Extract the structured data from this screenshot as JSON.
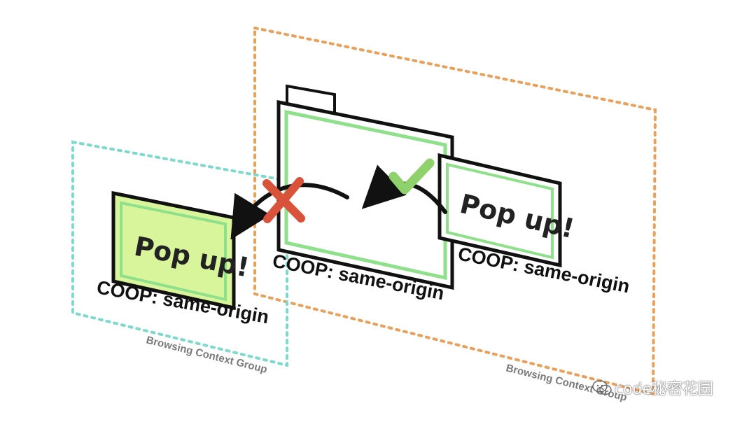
{
  "diagram": {
    "coop_left": "COOP:  same-origin",
    "coop_center": "COOP:  same-origin",
    "coop_right": "COOP:  same-origin",
    "popup_left": "Pop up!",
    "popup_right": "Pop up!",
    "group_left": "Browsing Context Group",
    "group_right": "Browsing Context Group"
  },
  "watermark": {
    "text": "code秘密花园"
  },
  "colors": {
    "teal_group": "#7dd9cc",
    "orange_group": "#e9a05a",
    "green_frame": "#8ee08a",
    "popup_fill": "#d8f59c",
    "cross": "#d9533a",
    "check": "#8fd16a",
    "ink": "#111111"
  }
}
